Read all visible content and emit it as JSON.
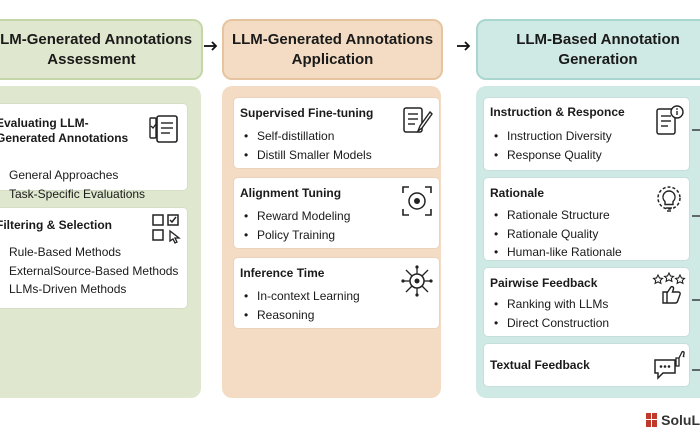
{
  "columns": [
    {
      "title_line1": "LLM-Generated Annotations",
      "title_line2": "Assessment",
      "cards": [
        {
          "title": "Evaluating LLM-Generated Annotations",
          "items": [
            "General Approaches",
            "Task-Specific Evaluations"
          ],
          "icon": "document-checklist-icon"
        },
        {
          "title": "Filtering & Selection",
          "items": [
            "Rule-Based Methods",
            "ExternalSource-Based Methods",
            "LLMs-Driven Methods"
          ],
          "icon": "checkbox-selection-icon"
        }
      ]
    },
    {
      "title_line1": "LLM-Generated Annotations",
      "title_line2": "Application",
      "cards": [
        {
          "title": "Supervised Fine-tuning",
          "items": [
            "Self-distillation",
            "Distill Smaller Models"
          ],
          "icon": "document-pen-icon"
        },
        {
          "title": "Alignment Tuning",
          "items": [
            "Reward Modeling",
            "Policy Training"
          ],
          "icon": "target-focus-icon"
        },
        {
          "title": "Inference Time",
          "items": [
            "In-context Learning",
            "Reasoning"
          ],
          "icon": "brain-circuit-icon"
        }
      ]
    },
    {
      "title_line1": "LLM-Based Annotation",
      "title_line2": "Generation",
      "cards": [
        {
          "title": "Instruction & Responce",
          "items": [
            "Instruction Diversity",
            "Response Quality"
          ],
          "icon": "info-document-icon"
        },
        {
          "title": "Rationale",
          "items": [
            "Rationale Structure",
            "Rationale Quality",
            "Human-like Rationale"
          ],
          "icon": "lightbulb-gear-icon"
        },
        {
          "title": "Pairwise Feedback",
          "items": [
            "Ranking with LLMs",
            "Direct Construction"
          ],
          "icon": "stars-thumbs-up-icon"
        },
        {
          "title": "Textual Feedback",
          "items": [],
          "icon": "chat-thumbs-up-icon"
        }
      ]
    }
  ],
  "logo_text": "SoluL",
  "colors": {
    "green": "#dfe8cf",
    "orange": "#f3dcc3",
    "teal": "#cfe9e5"
  }
}
